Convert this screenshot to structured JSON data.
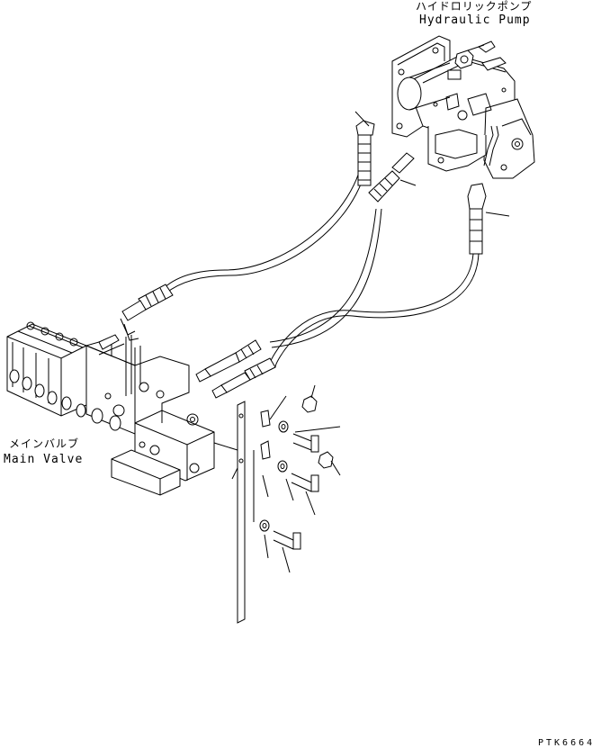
{
  "labels": {
    "pump_jp": "ハイドロリックポンプ",
    "pump_en": "Hydraulic Pump",
    "valve_jp": "メインバルブ",
    "valve_en": "Main Valve",
    "drawing_code": "PTK6664"
  },
  "colors": {
    "line": "#000000",
    "background": "#ffffff"
  }
}
